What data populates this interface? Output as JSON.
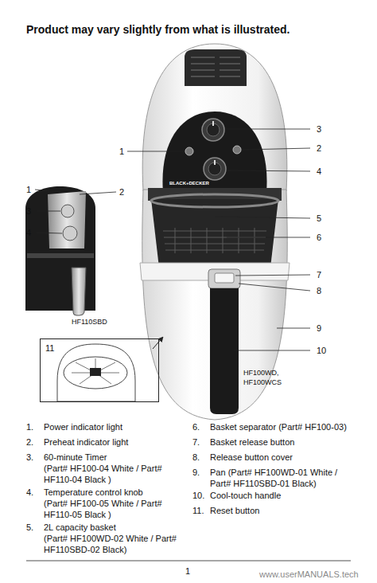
{
  "diagram": {
    "title": "Product may vary slightly from what is illustrated.",
    "nodes": [
      {
        "text": [
          "11"
        ]
      }
    ],
    "labels": [
      "BLACK+DECKER",
      "3",
      "1",
      "2",
      "4",
      "1",
      "2",
      "3",
      "4",
      "5",
      "6",
      "7",
      "8",
      "HF110SBD",
      "9",
      "10",
      "HF100WD, HF100WCS",
      "1.",
      "Power indicator light",
      "2.",
      "Preheat indicator light",
      "3.",
      "60-minute Timer",
      "(Part# HF100-04 White / Part# HF110-04 Black )",
      "4.",
      "Temperature control knob",
      "(Part# HF100-05 White / Part# HF110-05 Black )",
      "5.",
      "2L capacity basket",
      "(Part# HF100WD-02 White / Part# HF110SBD-02 Black)",
      "6.",
      "Basket separator (Part# HF100-03)",
      "7.",
      "Basket release button",
      "8.",
      "Release button cover",
      "9.",
      "Pan (Part# HF100WD-01 White / Part# HF110SBD-01 Black)",
      "10.",
      "Cool-touch handle",
      "11.",
      "Reset button",
      "1",
      "www.userMANUALS.tech"
    ]
  }
}
